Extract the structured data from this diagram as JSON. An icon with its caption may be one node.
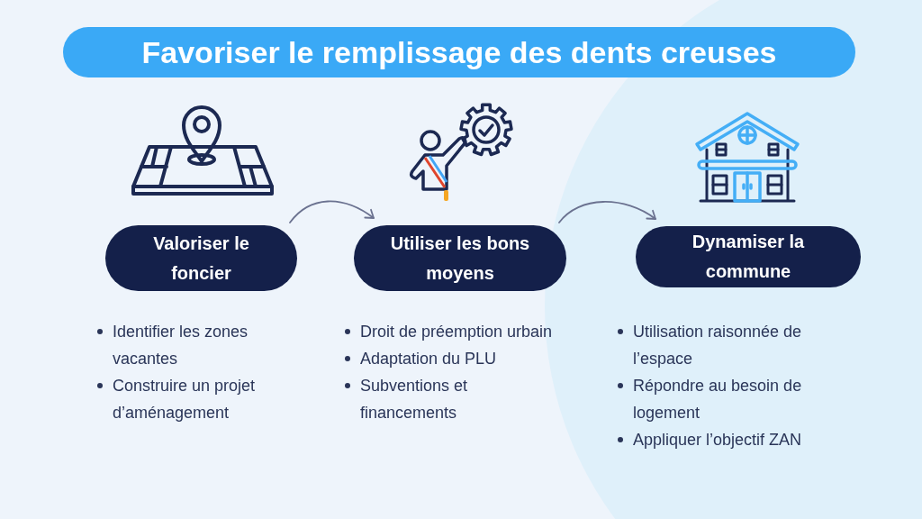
{
  "diagram": {
    "title": "Favoriser le remplissage des dents creuses",
    "nodes": [
      {
        "text": [
          "Valoriser le foncier"
        ],
        "beside": [
          "Identifier les zones vacantes",
          "Construire un projet d’aménagement"
        ]
      },
      {
        "text": [
          "Utiliser les bons moyens"
        ],
        "beside": [
          "Droit de préemption urbain",
          "Adaptation du PLU",
          "Subventions et financements"
        ]
      },
      {
        "text": [
          "Dynamiser la commune"
        ],
        "beside": [
          "Utilisation raisonnée de l’espace",
          "Répondre au besoin de logement",
          "Appliquer l’objectif ZAN"
        ]
      }
    ],
    "edges": [
      {
        "from": 0,
        "to": 1,
        "arrow": "to"
      },
      {
        "from": 1,
        "to": 2,
        "arrow": "to"
      }
    ]
  }
}
